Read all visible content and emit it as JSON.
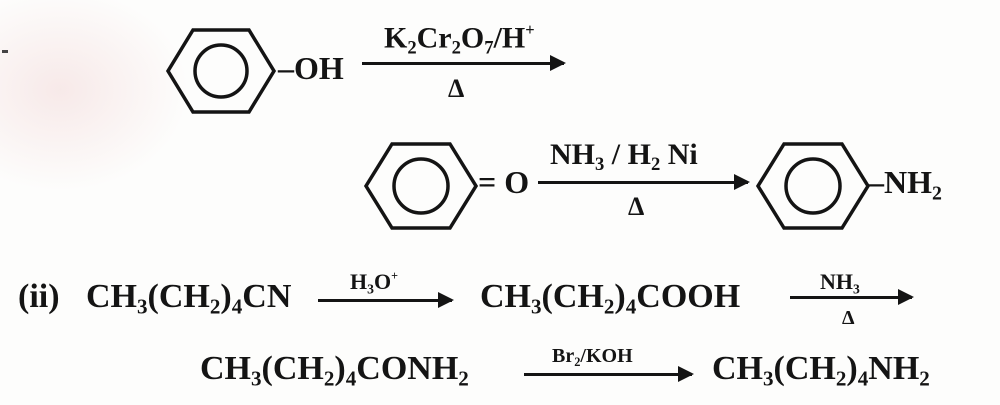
{
  "rxn1": {
    "substituent": "–OH",
    "reagent": [
      "K",
      "2",
      "Cr",
      "2",
      "O",
      "7",
      "/H",
      "+"
    ],
    "heat": "Δ"
  },
  "rxn2": {
    "ketone_group": "= O",
    "reagent": [
      "NH",
      "3",
      " / H",
      "2",
      " Ni"
    ],
    "heat": "Δ",
    "product_group": [
      "–NH",
      "2"
    ]
  },
  "rxn3": {
    "label": "(ii)",
    "reactant": [
      "CH",
      "3",
      "(CH",
      "2",
      ")",
      "4",
      "CN"
    ],
    "reagent1": [
      "H",
      "3",
      "O",
      "+"
    ],
    "intermediate": [
      "CH",
      "3",
      "(CH",
      "2",
      ")",
      "4",
      "COOH"
    ],
    "reagent2": [
      "NH",
      "3"
    ],
    "heat": "Δ"
  },
  "rxn4": {
    "amide": [
      "CH",
      "3",
      "(CH",
      "2",
      ")",
      "4",
      "CONH",
      "2"
    ],
    "reagent": [
      "Br",
      "2",
      "/KOH"
    ],
    "product": [
      "CH",
      "3",
      "(CH",
      "2",
      ")",
      "4",
      "NH",
      "2"
    ]
  }
}
